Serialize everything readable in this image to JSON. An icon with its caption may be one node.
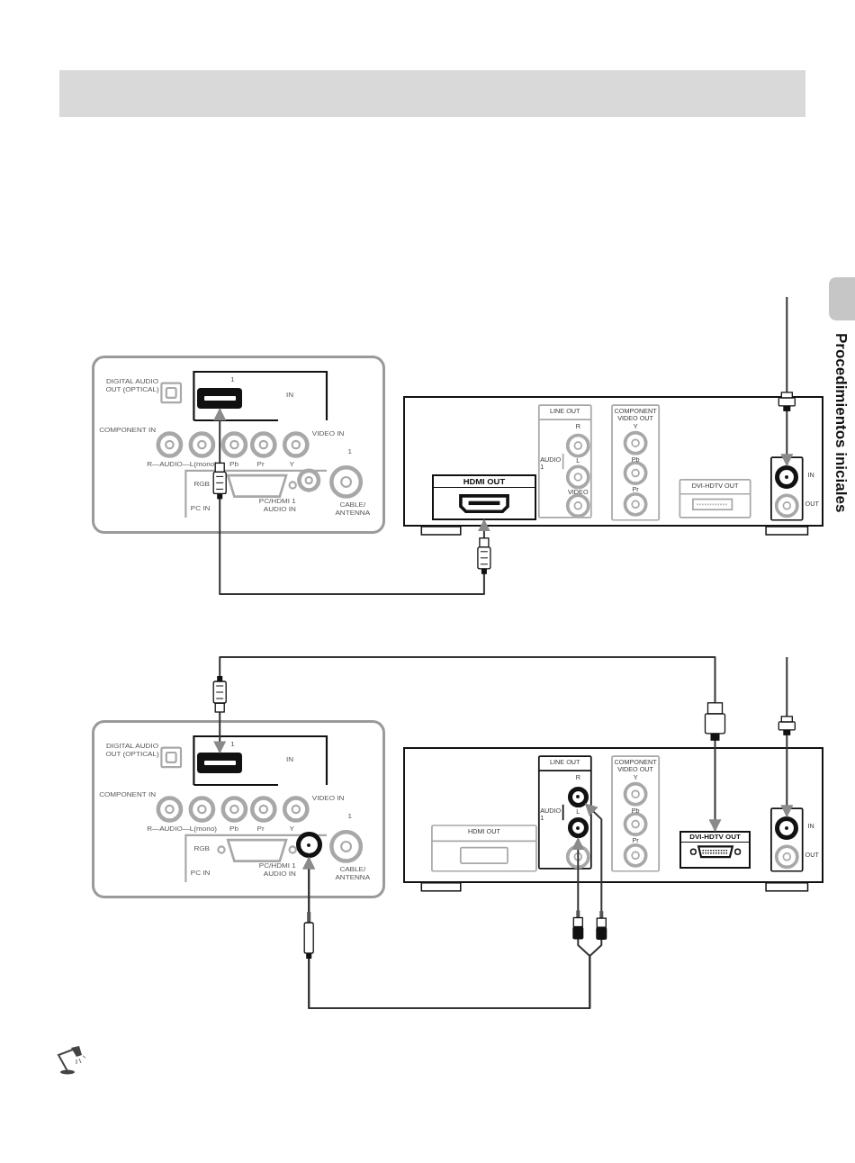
{
  "diagram": {
    "nodes": [
      {
        "text": [
          "DIGITAL AUDIO OUT (OPTICAL)",
          "1",
          "IN",
          "COMPONENT IN",
          "R—AUDIO—L(mono)",
          "Pb",
          "Pr",
          "Y",
          "VIDEO IN",
          "1",
          "RGB",
          "PC IN",
          "PC/HDMI 1 AUDIO IN",
          "CABLE/ ANTENNA"
        ]
      },
      {
        "text": [],
        "shape": "box",
        "in": 0
      },
      {
        "text": [
          "LINE OUT",
          "R",
          "AUDIO 1",
          "L",
          "VIDEO",
          "COMPONENT VIDEO OUT",
          "Y",
          "Pb",
          "Pr",
          "DVI-HDTV OUT",
          "IN",
          "OUT"
        ]
      },
      {
        "text": [
          "HDMI OUT"
        ],
        "in": 2
      },
      {
        "text": [],
        "shape": "circle",
        "in": 2
      },
      {
        "text": [
          "DIGITAL AUDIO OUT (OPTICAL)",
          "1",
          "IN",
          "COMPONENT IN",
          "R—AUDIO—L(mono)",
          "Pb",
          "Pr",
          "Y",
          "VIDEO IN",
          "1",
          "RGB",
          "PC IN",
          "PC/HDMI 1 AUDIO IN",
          "CABLE/ ANTENNA"
        ]
      },
      {
        "text": [],
        "shape": "box",
        "in": 5
      },
      {
        "text": [],
        "shape": "circle",
        "in": 5
      },
      {
        "text": [
          "HDMI OUT",
          "LINE OUT",
          "R",
          "AUDIO 1",
          "L",
          "COMPONENT VIDEO OUT",
          "Y",
          "Pb",
          "Pr",
          "IN",
          "OUT"
        ]
      },
      {
        "text": [],
        "shape": "circle",
        "in": 8
      },
      {
        "text": [],
        "shape": "circle",
        "in": 8
      },
      {
        "text": [
          "DVI-HDTV OUT"
        ],
        "in": 8
      },
      {
        "text": [],
        "shape": "circle",
        "in": 8
      }
    ],
    "edges": [
      {
        "from": 1,
        "to": 3,
        "arrow": "both"
      },
      {
        "from": null,
        "to": 4,
        "arrow": "to"
      },
      {
        "from": 6,
        "to": 11,
        "arrow": "both"
      },
      {
        "from": 7,
        "to": 10,
        "arrow": "both"
      },
      {
        "from": 7,
        "to": 9,
        "arrow": "both"
      },
      {
        "from": null,
        "to": 12,
        "arrow": "to"
      }
    ],
    "labels": [
      "Procedimientos iniciales"
    ]
  }
}
